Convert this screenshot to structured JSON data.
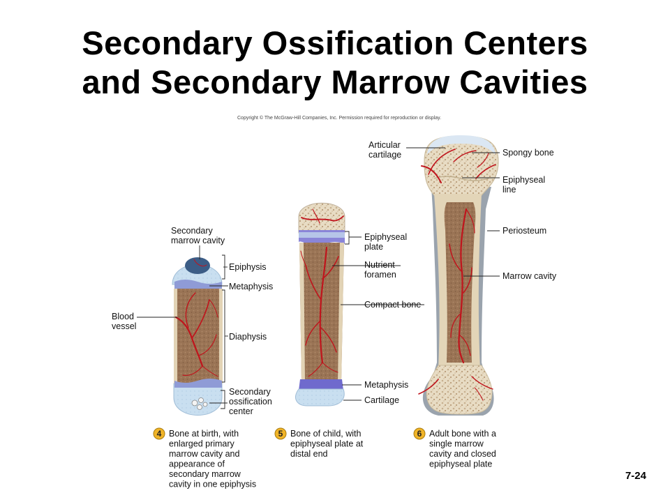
{
  "title_line1": "Secondary Ossification Centers",
  "title_line2": "and Secondary Marrow Cavities",
  "copyright": "Copyright © The McGraw-Hill Companies, Inc. Permission required for reproduction or display.",
  "slide_number": "7-24",
  "colors": {
    "bone_shaft": "#a07a5a",
    "cortex": "#e4d6bc",
    "cartilage": "#c9dff0",
    "growth_plate": "#8a85d8",
    "vessel": "#c0141c",
    "marrow_cavity": "#8a6548",
    "periosteum": "#9aa3ad"
  },
  "bone4": {
    "labels": {
      "secondary_marrow_cavity": [
        "Secondary",
        "marrow cavity"
      ],
      "epiphysis": "Epiphysis",
      "metaphysis": "Metaphysis",
      "blood_vessel": [
        "Blood",
        "vessel"
      ],
      "diaphysis": "Diaphysis",
      "secondary_ossification_center": [
        "Secondary",
        "ossification",
        "center"
      ]
    },
    "step": "4",
    "caption": [
      "Bone at birth, with",
      "enlarged primary",
      "marrow cavity and",
      "appearance of",
      "secondary marrow",
      "cavity in one epiphysis"
    ]
  },
  "bone5": {
    "labels": {
      "epiphyseal_plate": [
        "Epiphyseal",
        "plate"
      ],
      "nutrient_foramen": [
        "Nutrient",
        "foramen"
      ],
      "compact_bone": "Compact bone",
      "metaphysis": "Metaphysis",
      "cartilage": "Cartilage"
    },
    "step": "5",
    "caption": [
      "Bone of child, with",
      "epiphyseal plate at",
      "distal end"
    ]
  },
  "bone6": {
    "labels": {
      "articular_cartilage": [
        "Articular",
        "cartilage"
      ],
      "spongy_bone": "Spongy bone",
      "epiphyseal_line": [
        "Epiphyseal",
        "line"
      ],
      "periosteum": "Periosteum",
      "marrow_cavity": "Marrow cavity"
    },
    "step": "6",
    "caption": [
      "Adult bone with a",
      "single marrow",
      "cavity and closed",
      "epiphyseal plate"
    ]
  }
}
